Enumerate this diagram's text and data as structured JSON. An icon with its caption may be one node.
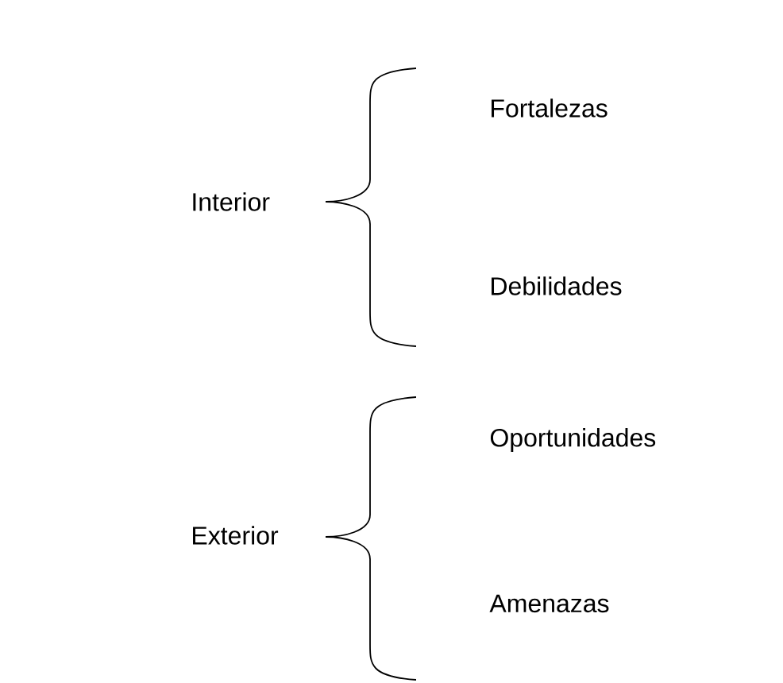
{
  "diagram": {
    "labels": [
      "Fortalezas",
      "Interior",
      "Debilidades",
      "Oportunidades",
      "Exterior",
      "Amenazas"
    ]
  }
}
